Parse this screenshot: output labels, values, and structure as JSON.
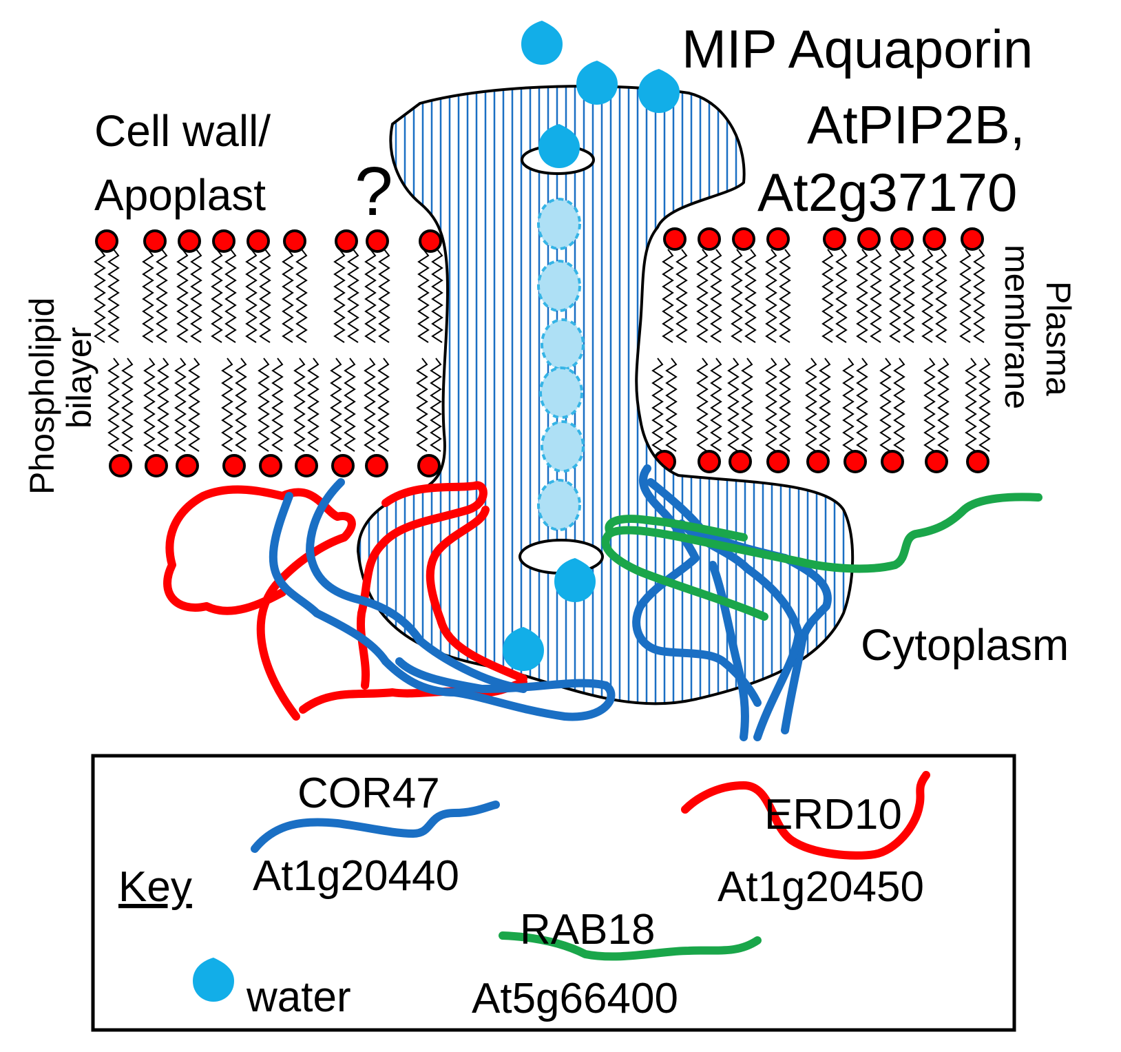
{
  "labels": {
    "protein_name": "MIP Aquaporin",
    "protein_id": "AtPIP2B,",
    "protein_locus": "At2g37170",
    "cell_wall_line1": "Cell wall/",
    "cell_wall_line2": "Apoplast",
    "question": "?",
    "phospholipid": "Phospholipid",
    "bilayer": "bilayer",
    "plasma": "Plasma",
    "membrane": "membrane",
    "cytoplasm": "Cytoplasm"
  },
  "key": {
    "title": "Key",
    "cor47_name": "COR47",
    "cor47_locus": "At1g20440",
    "erd10_name": "ERD10",
    "erd10_locus": "At1g20450",
    "rab18_name": "RAB18",
    "rab18_locus": "At5g66400",
    "water": "water"
  },
  "colors": {
    "cor47": "#1a6fc4",
    "erd10": "#ff0000",
    "rab18": "#1aa64a",
    "water": "#12aee8",
    "stripes": "#1a6fc4",
    "lipid_head": "#ff0000"
  },
  "icons": {
    "water_drop": "water-drop-icon"
  }
}
